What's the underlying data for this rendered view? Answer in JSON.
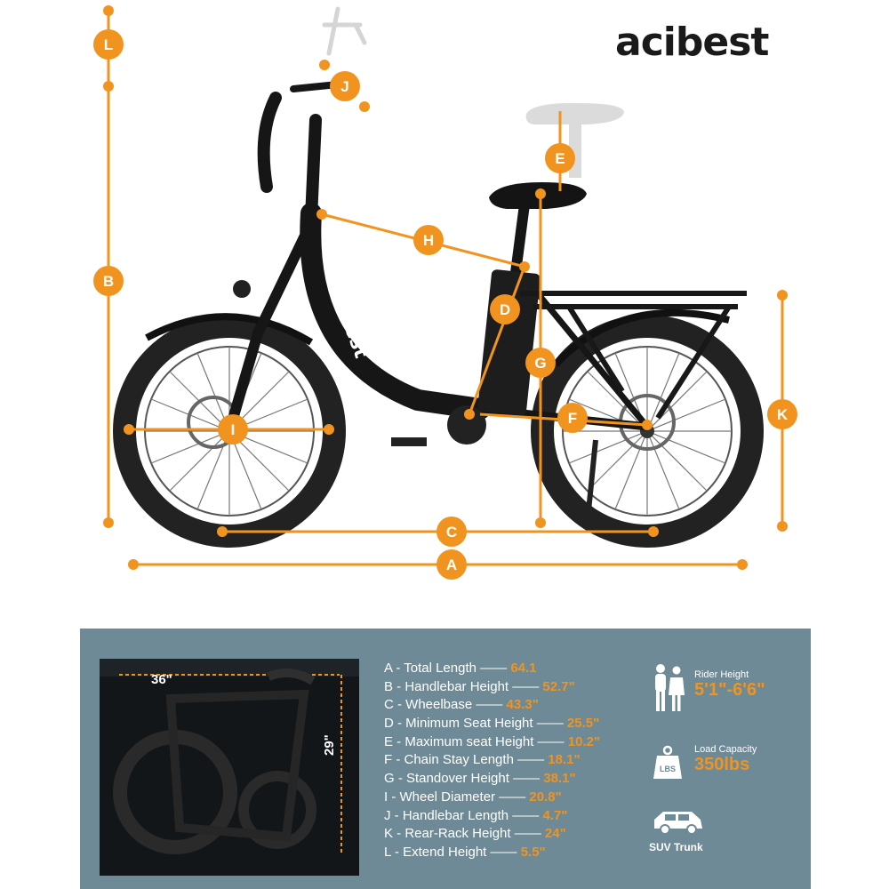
{
  "brand": {
    "name": "acibest"
  },
  "markers": [
    "A",
    "B",
    "C",
    "D",
    "E",
    "F",
    "G",
    "H",
    "I",
    "J",
    "K",
    "L"
  ],
  "accent_color": "#f1941f",
  "panel_color": "#6d8a96",
  "folded": {
    "width": "36\"",
    "height": "29\""
  },
  "specs": [
    {
      "key": "A",
      "label": "A - Total Length ——",
      "value": "64.1"
    },
    {
      "key": "B",
      "label": "B - Handlebar Height ——",
      "value": "52.7\""
    },
    {
      "key": "C",
      "label": "C - Wheelbase ——",
      "value": "43.3\""
    },
    {
      "key": "D",
      "label": "D - Minimum Seat Height ——",
      "value": "25.5\""
    },
    {
      "key": "E",
      "label": "E - Maximum seat Height ——",
      "value": "10.2\""
    },
    {
      "key": "F",
      "label": "F - Chain Stay Length ——",
      "value": "18.1\""
    },
    {
      "key": "G",
      "label": "G - Standover Height ——",
      "value": "38.1\""
    },
    {
      "key": "I",
      "label": "I - Wheel Diameter ——",
      "value": "20.8\""
    },
    {
      "key": "J",
      "label": "J - Handlebar Length ——",
      "value": "4.7\""
    },
    {
      "key": "K",
      "label": "K - Rear-Rack Height ——",
      "value": "24\""
    },
    {
      "key": "L",
      "label": "L - Extend Height ——",
      "value": "5.5\""
    }
  ],
  "rider": {
    "label": "Rider Height",
    "value": "5'1\"-6'6\"",
    "icon": "rider-icon"
  },
  "load": {
    "label": "Load Capacity",
    "value": "350lbs",
    "icon": "weight-icon",
    "icon_text": "LBS"
  },
  "suv": {
    "label": "SUV Trunk",
    "icon": "suv-icon"
  },
  "frame_text": "acibest"
}
